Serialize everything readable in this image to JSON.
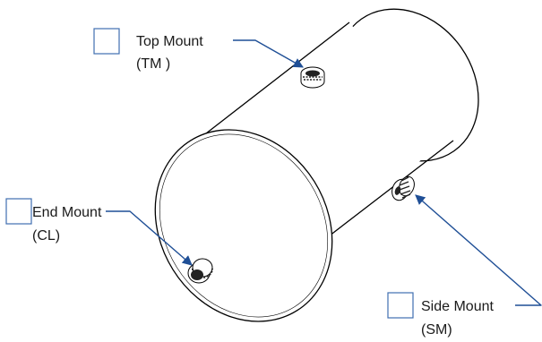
{
  "labels": {
    "top": {
      "name": "Top Mount",
      "code": "(TM )"
    },
    "end": {
      "name": "End Mount",
      "code": "(CL)"
    },
    "side": {
      "name": "Side Mount",
      "code": "(SM)"
    }
  },
  "colors": {
    "leader": "#1f4f96",
    "checkbox_border": "#3f6fb0",
    "tank_outline": "#000000"
  }
}
